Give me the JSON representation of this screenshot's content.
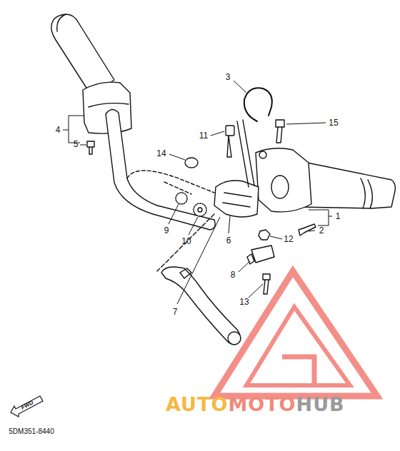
{
  "diagram": {
    "nodes": [
      {
        "text": [
          "FWD"
        ]
      }
    ],
    "labels": [
      "3",
      "15",
      "11",
      "14",
      "4",
      "5",
      "1",
      "2",
      "12",
      "9",
      "10",
      "6",
      "8",
      "13",
      "7",
      "5DM351-8440",
      "AUTO",
      "MOTO",
      "HUB"
    ]
  }
}
